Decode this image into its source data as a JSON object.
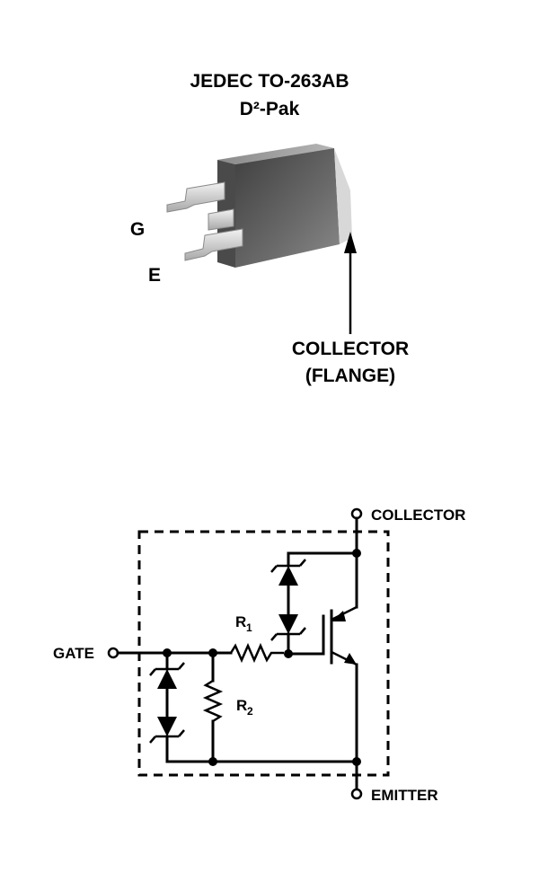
{
  "package": {
    "title_line1": "JEDEC TO-263AB",
    "title_line2": "D²-Pak",
    "pin_g": "G",
    "pin_e": "E",
    "collector_line1": "COLLECTOR",
    "collector_line2": "(FLANGE)"
  },
  "schematic": {
    "collector_label": "COLLECTOR",
    "emitter_label": "EMITTER",
    "gate_label": "GATE",
    "r1_main": "R",
    "r1_sub": "1",
    "r2_main": "R",
    "r2_sub": "2"
  },
  "colors": {
    "body_dark": "#5a5a5a",
    "body_light": "#9a9a9a",
    "lead_light": "#e6e6e6",
    "lead_dark": "#9c9c9c"
  }
}
